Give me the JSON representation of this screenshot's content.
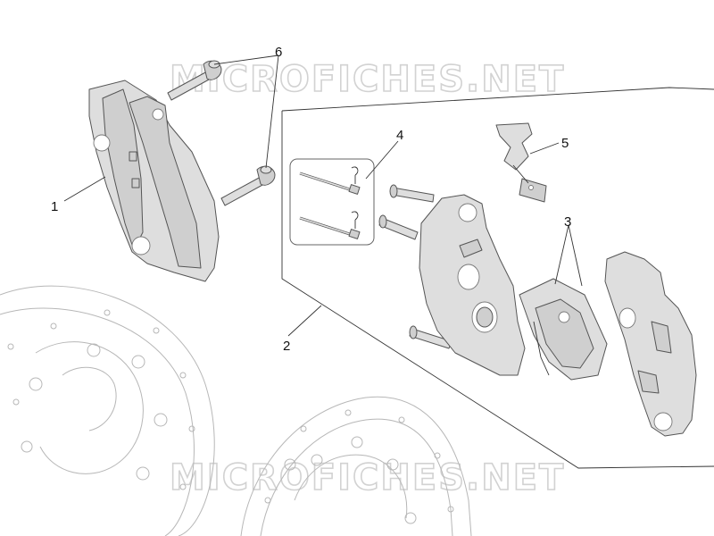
{
  "diagram": {
    "watermark": "MICROFICHES.NET",
    "callouts": {
      "c1": "1",
      "c2": "2",
      "c3": "3",
      "c4": "4",
      "c5": "5",
      "c6": "6"
    },
    "colors": {
      "part_fill": "#dedede",
      "line": "#333333",
      "watermark": "#d2d2d2"
    }
  }
}
